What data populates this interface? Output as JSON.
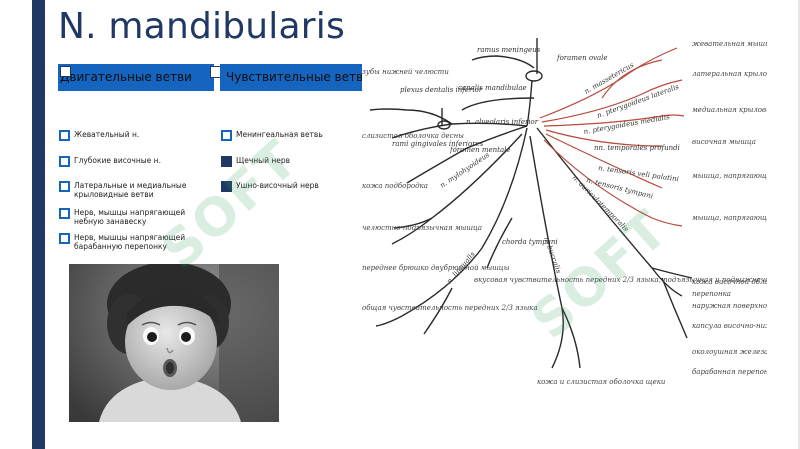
{
  "slide": {
    "title": "N. mandibularis",
    "tabs": {
      "motor": "Двигательные ветви",
      "sensory": "Чувствительные ветви"
    },
    "motor_items": [
      {
        "label": "Жевательный н.",
        "checked": false
      },
      {
        "label": "Глубокие височные н.",
        "checked": false
      },
      {
        "label": "Латеральные и медиальные крыловидные ветви",
        "checked": false
      },
      {
        "label": "Нерв, мышцы напрягающей небную занавеску",
        "checked": false
      },
      {
        "label": "Нерв, мышцы напрягающей барабанную перепонку",
        "checked": false
      }
    ],
    "sensory_items": [
      {
        "label": "Менингеальная ветвь",
        "checked": false
      },
      {
        "label": "Щечный нерв",
        "checked": true
      },
      {
        "label": "Ушно-височный нерв",
        "checked": true
      }
    ]
  },
  "diagram": {
    "labels": {
      "ramus_meningeus": "ramus meningeus",
      "foramen_ovale": "foramen ovale",
      "plexus_dentalis": "plexus dentalis inferior",
      "canalis_mandibulae": "canalis mandibulae",
      "rami_gingivales": "rami gingivales inferiores",
      "n_alveolaris": "n. alveolaris inferior",
      "foramen_mentale": "foramen mentale",
      "n_mylohyoideus": "n. mylohyoideus",
      "chorda_tympani": "chorda tympani",
      "n_buccalis": "n. buccalis",
      "n_lingualis": "n. lingualis",
      "n_auriculotemporalis": "n. auriculotemporalis",
      "n_massetericus": "n. massetericus",
      "n_pterygoideus_lateralis": "n. pterygoideus lateralis",
      "n_pterygoideus_medialis": "n. pterygoideus medialis",
      "nn_temporales": "nn. temporales profundi",
      "n_tensoris_veli": "n. tensoris veli palatini",
      "n_tensoris_tympani": "n. tensoris tympani"
    },
    "right_notes": [
      "жевательная мышца",
      "латеральная крыловидная мышца",
      "медиальная крыловидная мышца",
      "височная мышца",
      "мышца, напрягающая небную занавеску",
      "мышца, напрягающая барабанную перепонку",
      "кожа височной области",
      "перепонка",
      "наружная поверхность ушной раковины",
      "капсула височно-нижнечелюстного сустава",
      "околоушная железа",
      "барабанная перепонка"
    ],
    "left_notes": [
      "зубы нижней челюсти",
      "слизистая оболочка десны",
      "кожа подбородка",
      "челюстно-подъязычная мышца",
      "переднее брюшко двубрюшной мышцы",
      "общая чувствительность передних 2/3 языка"
    ],
    "bottom_notes": [
      "вкусовая чувствительность передних 2/3 языка, подъязычная и поднижнечелюстная слюнные железы",
      "кожа и слизистая оболочка щеки"
    ]
  },
  "watermark": "SOFT"
}
